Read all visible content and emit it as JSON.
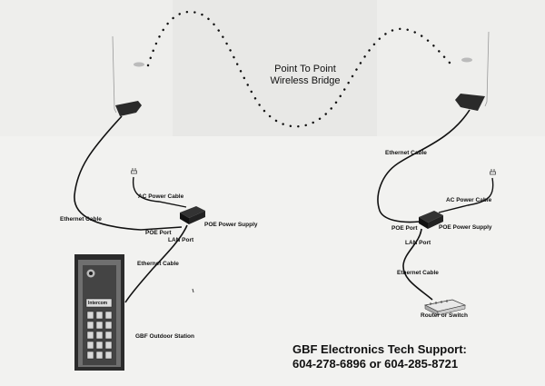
{
  "bridge": {
    "line1": "Point To Point",
    "line2": "Wireless Bridge"
  },
  "left": {
    "ethernet_cable_top": "Ethernet Cable",
    "ac_power_cable": "AC Power Cable",
    "poe_power_supply": "POE Power Supply",
    "poe_port": "POE Port",
    "lan_port": "LAN Port",
    "ethernet_cable_bottom": "Ethernet Cable",
    "outdoor_station": "GBF Outdoor Station"
  },
  "right": {
    "ethernet_cable_top": "Ethernet Cable",
    "ac_power_cable": "AC Power Cable",
    "poe_power_supply": "POE Power Supply",
    "poe_port": "POE Port",
    "lan_port": "LAN Port",
    "ethernet_cable_bottom": "Ethernet Cable",
    "router_switch": "Router or Switch"
  },
  "support": {
    "line1": "GBF Electronics Tech Support:",
    "line2": "604-278-6896 or 604-285-8721"
  },
  "station_label": "Intercom"
}
